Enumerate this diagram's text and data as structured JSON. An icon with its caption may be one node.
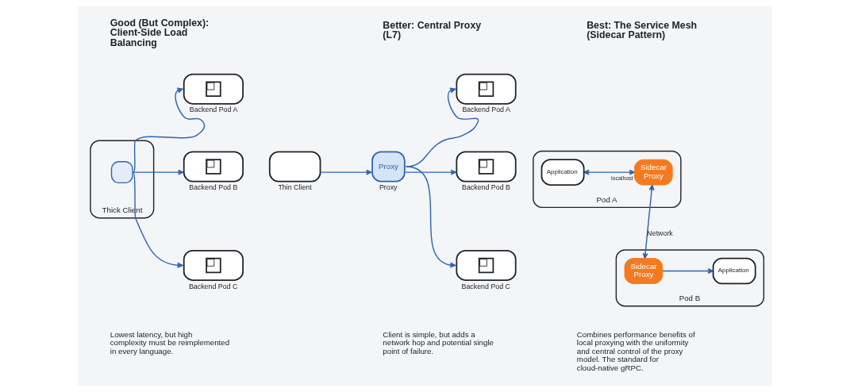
{
  "diagram": {
    "nodes": [
      {
        "text": [
          "Thick Client"
        ]
      },
      {
        "text": [],
        "shape": "box",
        "in": 0
      },
      {
        "text": [
          "Backend Pod A"
        ]
      },
      {
        "text": [
          "Backend Pod B"
        ]
      },
      {
        "text": [
          "Backend Pod C"
        ]
      },
      {
        "text": [
          "Thin Client"
        ]
      },
      {
        "text": [
          "Proxy",
          "Proxy"
        ]
      },
      {
        "text": [
          "Backend Pod A"
        ]
      },
      {
        "text": [
          "Backend Pod B"
        ]
      },
      {
        "text": [
          "Backend Pod C"
        ]
      },
      {
        "text": [
          "Pod A"
        ]
      },
      {
        "text": [
          "Application"
        ],
        "in": 10
      },
      {
        "text": [
          "Sidecar Proxy"
        ],
        "in": 10
      },
      {
        "text": [
          "Pod B"
        ]
      },
      {
        "text": [
          "Sidecar Proxy"
        ],
        "in": 13
      },
      {
        "text": [
          "Application"
        ],
        "in": 13
      }
    ],
    "edges": [
      {
        "from": 1,
        "to": 2,
        "arrow": "to"
      },
      {
        "from": 1,
        "to": 3,
        "arrow": "to"
      },
      {
        "from": 1,
        "to": 4,
        "arrow": "to"
      },
      {
        "from": 5,
        "to": 6,
        "arrow": "to"
      },
      {
        "from": 6,
        "to": 7,
        "arrow": "to"
      },
      {
        "from": 6,
        "to": 8,
        "arrow": "to"
      },
      {
        "from": 6,
        "to": 9,
        "arrow": "to"
      },
      {
        "from": 11,
        "to": 12,
        "arrow": "both",
        "label": "localhost"
      },
      {
        "from": 12,
        "to": 14,
        "arrow": "both",
        "label": "Network"
      },
      {
        "from": 14,
        "to": 15,
        "arrow": "to"
      }
    ],
    "labels": [
      "Good (But Complex): Client-Side Load Balancing",
      "Better: Central Proxy (L7)",
      "Best: The Service Mesh (Sidecar Pattern)",
      "Lowest latency, but high complexity must be reimplemented in every language.",
      "Client is simple, but adds a network hop and potential single point of failure.",
      "Combines performance benefits of local proxying with the uniformity and central control of the proxy model. The standard for cloud-native gRPC."
    ]
  }
}
